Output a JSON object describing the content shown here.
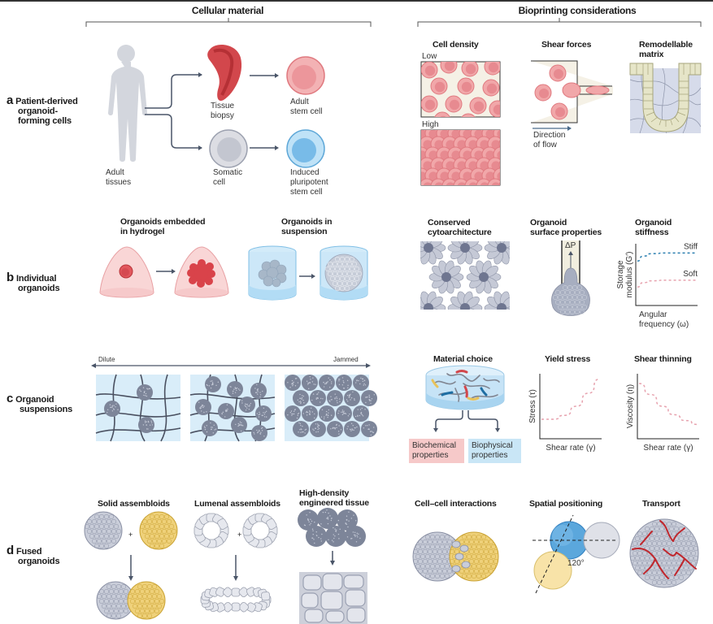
{
  "headers": {
    "left": "Cellular material",
    "right": "Bioprinting considerations"
  },
  "rows": {
    "a": {
      "letter": "a",
      "label_line1": "Patient-derived",
      "label_line2": "organoid-",
      "label_line3": "forming cells",
      "adult_tissues_1": "Adult",
      "adult_tissues_2": "tissues",
      "tissue_biopsy_1": "Tissue",
      "tissue_biopsy_2": "biopsy",
      "adult_stem_1": "Adult",
      "adult_stem_2": "stem cell",
      "somatic_1": "Somatic",
      "somatic_2": "cell",
      "ipsc_1": "Induced",
      "ipsc_2": "pluripotent",
      "ipsc_3": "stem cell",
      "cell_density": "Cell density",
      "low": "Low",
      "high": "High",
      "shear_forces": "Shear forces",
      "direction_1": "Direction",
      "direction_2": "of flow",
      "remodellable_1": "Remodellable",
      "remodellable_2": "matrix"
    },
    "b": {
      "letter": "b",
      "label_line1": "Individual",
      "label_line2": "organoids",
      "embedded_1": "Organoids embedded",
      "embedded_2": "in hydrogel",
      "suspension_1": "Organoids in",
      "suspension_2": "suspension",
      "conserved_1": "Conserved",
      "conserved_2": "cytoarchitecture",
      "surface_1": "Organoid",
      "surface_2": "surface properties",
      "delta_p": "ΔP",
      "stiffness_1": "Organoid",
      "stiffness_2": "stiffness"
    },
    "c": {
      "letter": "c",
      "label_line1": "Organoid",
      "label_line2": "suspensions",
      "dilute": "Dilute",
      "jammed": "Jammed",
      "material_choice": "Material choice",
      "biochemical_1": "Biochemical",
      "biochemical_2": "properties",
      "biophysical_1": "Biophysical",
      "biophysical_2": "properties",
      "yield_stress": "Yield stress",
      "shear_thinning": "Shear thinning"
    },
    "d": {
      "letter": "d",
      "label_line1": "Fused",
      "label_line2": "organoids",
      "solid": "Solid assembloids",
      "lumenal": "Lumenal assembloids",
      "high_density_1": "High-density",
      "high_density_2": "engineered tissue",
      "plus": "+",
      "cell_cell": "Cell–cell interactions",
      "spatial": "Spatial positioning",
      "angle": "120°",
      "transport": "Transport"
    }
  },
  "colors": {
    "pink_cell": "#f1a7a9",
    "pink_cell_dark": "#e07a80",
    "biopsy_red": "#d2474c",
    "somatic_grey": "#cfd1d8",
    "ipsc_blue": "#8fc9ee",
    "organoid_grey": "#8a90a4",
    "yellow_organoid": "#e8c25a",
    "suspension_bg": "#d9edf9",
    "stiff_blue": "#2b7fb0",
    "soft_pink": "#e7a2ae",
    "curve_pink": "#e7a2ae",
    "box_pink": "#f6c9c9",
    "box_blue": "#c9e6f6",
    "vessel_red": "#c0272d"
  },
  "chart_data": [
    {
      "type": "line",
      "title": "Organoid stiffness",
      "xlabel": "Angular frequency (ω)",
      "ylabel": "Storage modulus (G′)",
      "grid": false,
      "series": [
        {
          "name": "Stiff",
          "x": [
            0,
            0.1,
            0.25,
            0.5,
            1.0
          ],
          "values": [
            0.72,
            0.8,
            0.84,
            0.85,
            0.85
          ]
        },
        {
          "name": "Soft",
          "x": [
            0,
            0.1,
            0.25,
            0.5,
            1.0
          ],
          "values": [
            0.3,
            0.37,
            0.4,
            0.41,
            0.41
          ]
        }
      ],
      "xlim": [
        0,
        1
      ],
      "ylim": [
        0,
        1
      ]
    },
    {
      "type": "line",
      "title": "Yield stress",
      "xlabel": "Shear rate (γ)",
      "ylabel": "Stress (τ)",
      "grid": false,
      "series": [
        {
          "name": "stress",
          "x": [
            0,
            0.2,
            0.4,
            0.6,
            0.8,
            1.0
          ],
          "values": [
            0.3,
            0.3,
            0.36,
            0.5,
            0.7,
            0.92
          ]
        }
      ],
      "xlim": [
        0,
        1
      ],
      "ylim": [
        0,
        1
      ]
    },
    {
      "type": "line",
      "title": "Shear thinning",
      "xlabel": "Shear rate (γ)",
      "ylabel": "Viscosity (η)",
      "grid": false,
      "series": [
        {
          "name": "viscosity",
          "x": [
            0,
            0.2,
            0.4,
            0.6,
            0.8,
            1.0
          ],
          "values": [
            0.85,
            0.68,
            0.5,
            0.37,
            0.28,
            0.22
          ]
        }
      ],
      "xlim": [
        0,
        1
      ],
      "ylim": [
        0,
        1
      ]
    }
  ]
}
